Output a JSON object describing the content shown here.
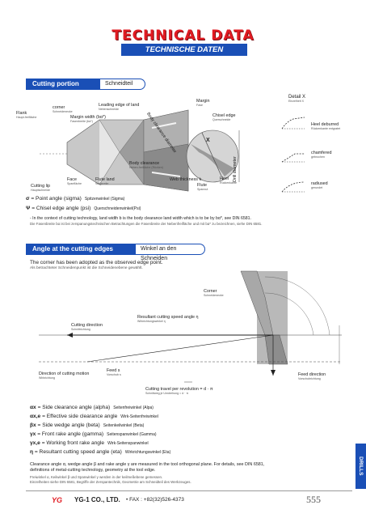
{
  "header": {
    "title": "TECHNICAL DATA",
    "subtitle": "TECHNISCHE DATEN"
  },
  "section1": {
    "title": "Cutting portion",
    "title_de": "Schneidteil"
  },
  "labels": {
    "flank": {
      "en": "Flank",
      "de": "Haupt-freifläche"
    },
    "corner": {
      "en": "corner",
      "de": "Schneidenecke"
    },
    "leading_edge": {
      "en": "Leading edge of land",
      "de": "Nebenschneide"
    },
    "margin_width": {
      "en": "Margin width (bα*)",
      "de": "Fasenbreite (bα*)"
    },
    "body_clearance_diameter": {
      "en": "Body clearance diameter",
      "de": "Rückenbreite"
    },
    "margin": {
      "en": "Margin",
      "de": "Fase"
    },
    "chisel_edge": {
      "en": "Chisel edge",
      "de": "Querschneide"
    },
    "drill_diameter": {
      "en": "Drill diameter",
      "de": "Bohrerdurchmesser"
    },
    "cutting_lip": {
      "en": "Cutting lip",
      "de": "Hauptschneide"
    },
    "face": {
      "en": "Face",
      "de": "Spanfläche"
    },
    "flute_land": {
      "en": "Flute land",
      "de": "Stegbreite"
    },
    "body_clearance": {
      "en": "Body clearance",
      "de": "Neben-freifläche (Rücken)"
    },
    "web_thickness": {
      "en": "Web thickness k",
      "de": ""
    },
    "flute": {
      "en": "Flute",
      "de": "Spannut"
    },
    "heel": {
      "en": "Heel",
      "de": "Rückenkante"
    },
    "detail": {
      "en": "Detail X",
      "de": "Einzelheit X"
    },
    "heel_deburred": {
      "en": "Heel deburred",
      "de": "Rückenkante entgratet"
    },
    "chamfered": {
      "en": "chamfered",
      "de": "gebrochen"
    },
    "radiused": {
      "en": "radiused",
      "de": "gerundet"
    }
  },
  "angles1": [
    {
      "sym": "σ",
      "text": "= Point angle (sigma)",
      "de": "Spitzenwinkel (Sigma)"
    },
    {
      "sym": "Ψ",
      "text": "= Chisel edge angle (psi)",
      "de": "Querschneidenwinkel(Psi)"
    }
  ],
  "note1": {
    "en": "- In the context of cutting technology, land width b is the body clearance land width which is to be by bα*, see DIN 6581.",
    "de": "Die Fasenbreite bα ist bei zerspanungstechnischen Betrachtungen die Fasenbreite der Nebenfreifläche und mit bα* zu bezeichnen, siehe DIN 6581."
  },
  "section2": {
    "title": "Angle at the cutting edges",
    "title_de": "Winkel an den Schneiden"
  },
  "intro2": {
    "en": "The corner has been adopted as the observed edge point.",
    "de": "Als betrachteter Schneidenpunkt ist die Schneidenebene gewählt."
  },
  "labels2": {
    "corner": {
      "en": "Corner",
      "de": "Schneidenecke"
    },
    "cutting_direction": {
      "en": "Cutting direction",
      "de": "Schnittrichtung"
    },
    "resultant": {
      "en": "Resultant cutting speed angle η",
      "de": "Wirkrichtungswinkel η"
    },
    "direction_motion": {
      "en": "Direction of cutting motion",
      "de": "Wirkrichtung"
    },
    "feed": {
      "en": "Feed s",
      "de": "Vorschub s"
    },
    "travel": {
      "en": "Cutting travel per revolution = d · π",
      "de": "Schnittweg je Umdrehung = d · π"
    },
    "feed_direction": {
      "en": "Feed direction",
      "de": "Vorschubrichtung"
    }
  },
  "angles2": [
    {
      "sym": "αx",
      "text": "= Side clearance angle (alpha)",
      "de": "Seitenfreiwinkel (Alpa)"
    },
    {
      "sym": "αx,e",
      "text": "= Effective side clearance angle",
      "de": "Wirk-Seitenfreiwinkel"
    },
    {
      "sym": "βx",
      "text": "= Side wedge angle (beta)",
      "de": "Seitenkeilwinkel (Beta)"
    },
    {
      "sym": "γx",
      "text": "= Front rake angle (gamma)",
      "de": "Seitenspanwinkel (Gamma)"
    },
    {
      "sym": "γx,e",
      "text": "= Working front rake angle",
      "de": "Wirk-Seitenspanwinkel"
    },
    {
      "sym": "η",
      "text": "= Resultant cutting speed angle (eta)",
      "de": "Wirkrichtungswinkel (Eta)"
    }
  ],
  "note2": {
    "en1": "Clearance angle α, wedge angle β and rake angle γ are measured in the tool orthogonal plane. For details, see DIN 6581,",
    "en2": "definitions of metal-cutting technology, geometry at the tool edge.",
    "de1": "Freiwinkel α, Keilwinkel β und Spanwinkel γ werden in der keilmeßebene gemessen.",
    "de2": "Einzelheiten siehe DIN 6581, Begriffe der Zerspantechnik, Geometrie am Schneidteil des Werkzeuges."
  },
  "side_tab": "DRILLS",
  "footer": {
    "logo": "YG",
    "company": "YG-1 CO., LTD.",
    "fax": "• FAX : +82(32)526-4373",
    "page": "555"
  },
  "colors": {
    "accent": "#1a4fb6",
    "brand": "#e11b22"
  }
}
